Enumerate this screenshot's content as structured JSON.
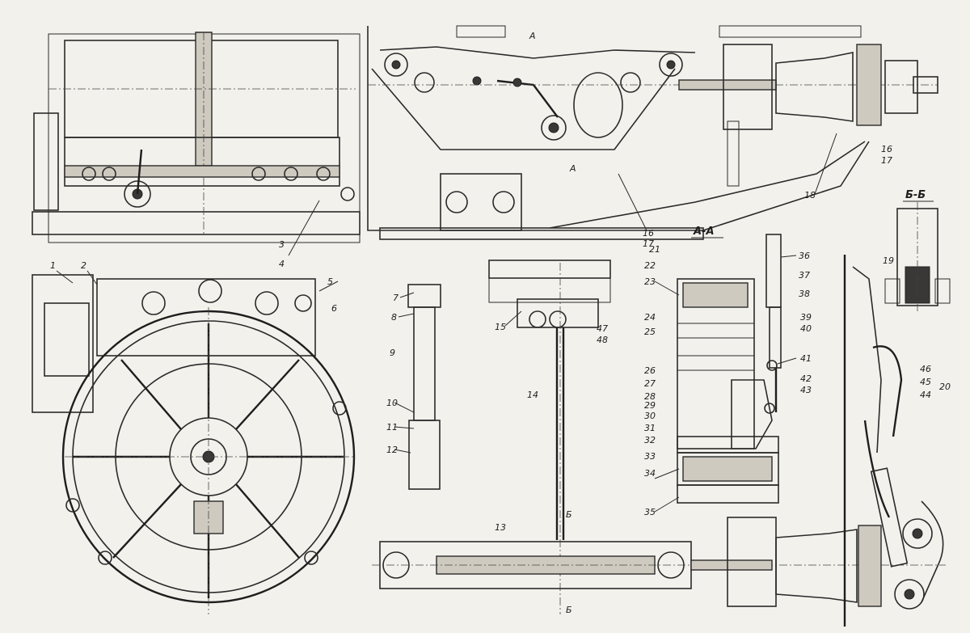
{
  "section_titles": {
    "aa": "А-А",
    "bb": "Б-Б"
  },
  "cut_marks": {
    "a_top": "А",
    "a_bottom": "А",
    "b_top": "Б",
    "b_bottom": "Б"
  },
  "labels": {
    "l1": "1",
    "l2": "2",
    "l3": "3",
    "l4": "4",
    "l5": "5",
    "l6": "6",
    "l7": "7",
    "l8": "8",
    "l9": "9",
    "l10": "10",
    "l11": "11",
    "l12": "12",
    "l13": "13",
    "l14": "14",
    "l15": "15",
    "l16a": "16",
    "l17a": "17",
    "l16b": "16",
    "l17b": "17",
    "l18": "18",
    "l19": "19",
    "l20": "20",
    "l21": "21",
    "l22": "22",
    "l23": "23",
    "l24": "24",
    "l25": "25",
    "l26": "26",
    "l27": "27",
    "l28": "28",
    "l29": "29",
    "l30": "30",
    "l31": "31",
    "l32": "32",
    "l33": "33",
    "l34": "34",
    "l35": "35",
    "l36": "36",
    "l37": "37",
    "l38": "38",
    "l39": "39",
    "l40": "40",
    "l41": "41",
    "l42": "42",
    "l43": "43",
    "l44": "44",
    "l45": "45",
    "l46": "46",
    "l47": "47",
    "l48": "48"
  }
}
